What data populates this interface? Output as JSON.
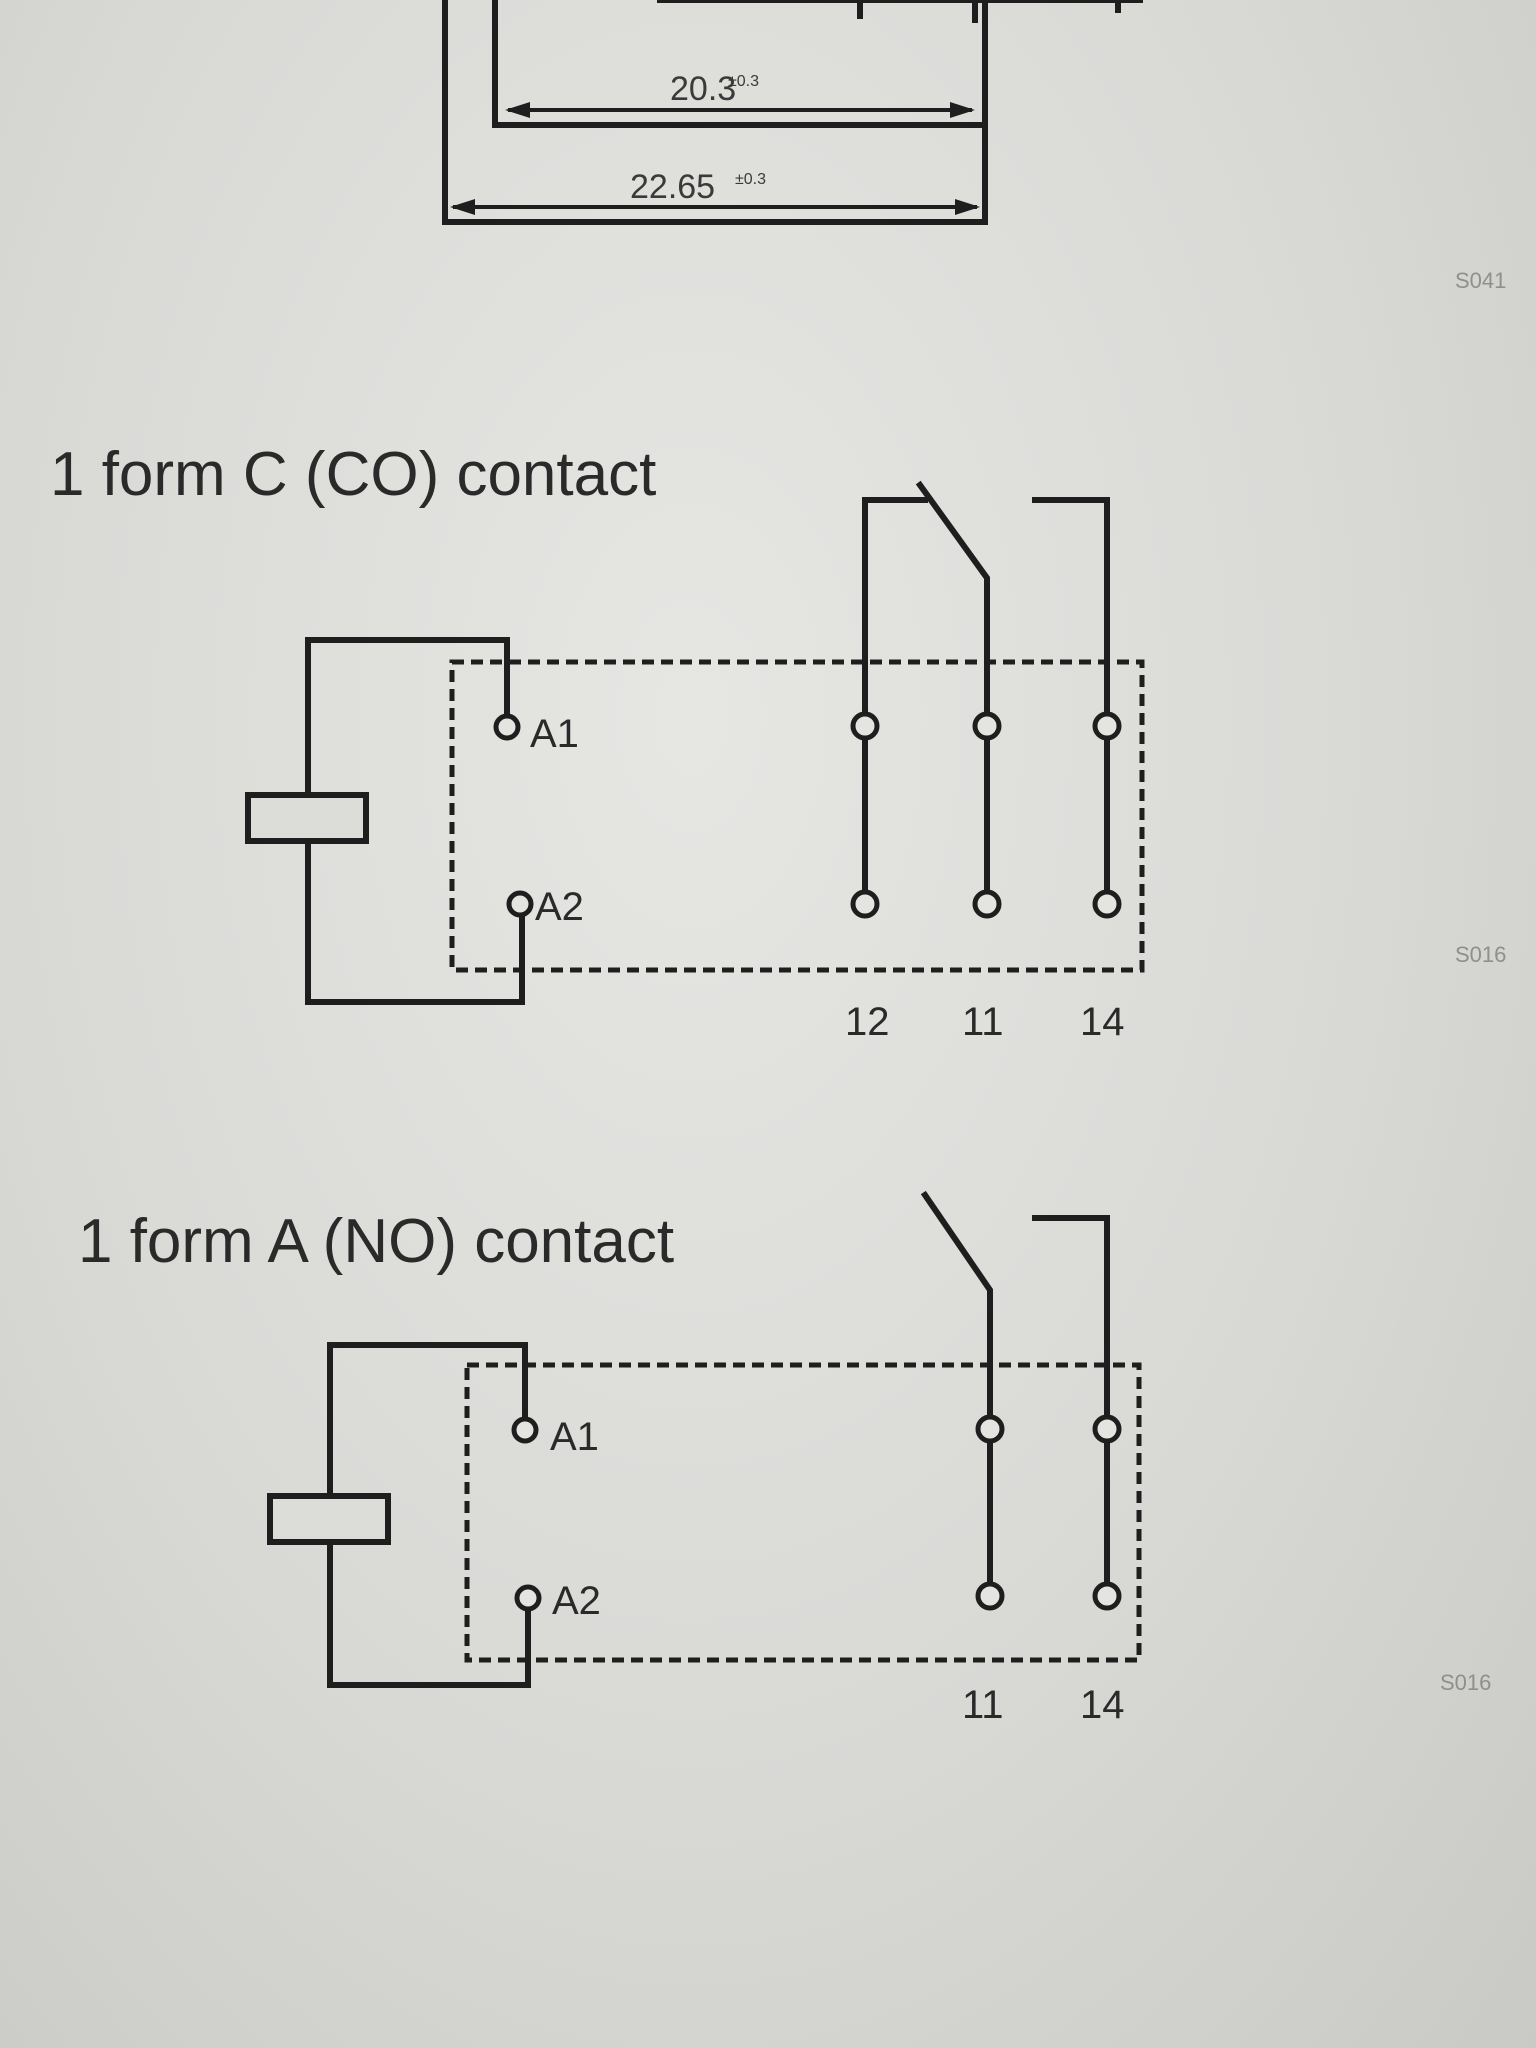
{
  "dimensions": {
    "inner_width": "20.3",
    "inner_width_tol": "±0.3",
    "outer_width": "22.65",
    "outer_width_tol": "±0.3"
  },
  "figure_codes": [
    "S041",
    "S016",
    "S016"
  ],
  "diagram_c": {
    "title": "1 form C (CO) contact",
    "coil_terminals": [
      "A1",
      "A2"
    ],
    "contact_terminals": [
      "12",
      "11",
      "14"
    ]
  },
  "diagram_a": {
    "title": "1 form A (NO) contact",
    "coil_terminals": [
      "A1",
      "A2"
    ],
    "contact_terminals": [
      "11",
      "14"
    ]
  }
}
